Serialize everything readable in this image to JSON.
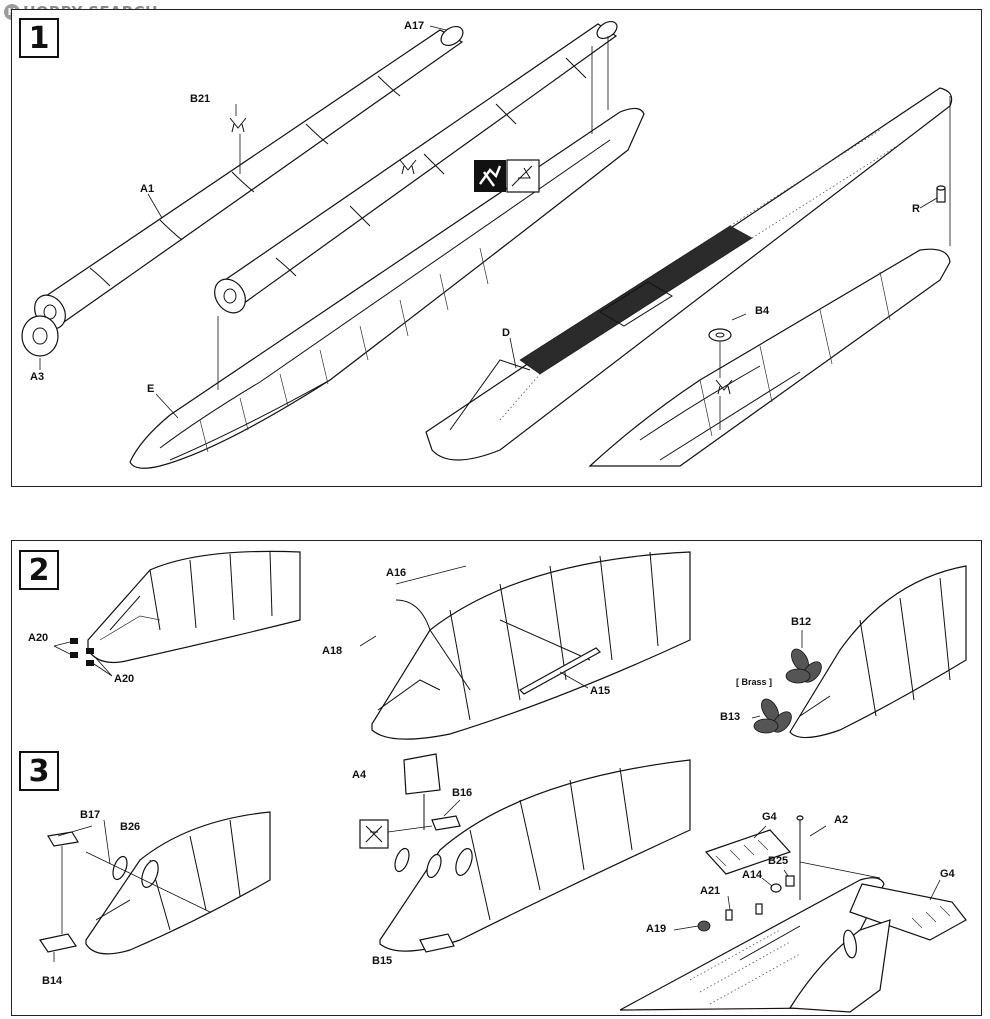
{
  "watermark": {
    "brand": "HOBBY SEARCH",
    "logo_glyph": "H"
  },
  "steps": [
    "1",
    "2",
    "3"
  ],
  "labels": {
    "step1": [
      "A17",
      "B21",
      "A1",
      "A3",
      "E",
      "D",
      "B4",
      "R"
    ],
    "step2": [
      "A20",
      "A20",
      "A16",
      "A18",
      "A15",
      "B12",
      "[ Brass ]",
      "B13"
    ],
    "step3": [
      "B17",
      "B26",
      "B14",
      "A4",
      "B16",
      "B15",
      "G4",
      "A2",
      "B25",
      "A14",
      "A21",
      "A19",
      "G4"
    ]
  },
  "icons": [
    "reverse-side-icon",
    "glue-icon",
    "cut-part-icon"
  ]
}
